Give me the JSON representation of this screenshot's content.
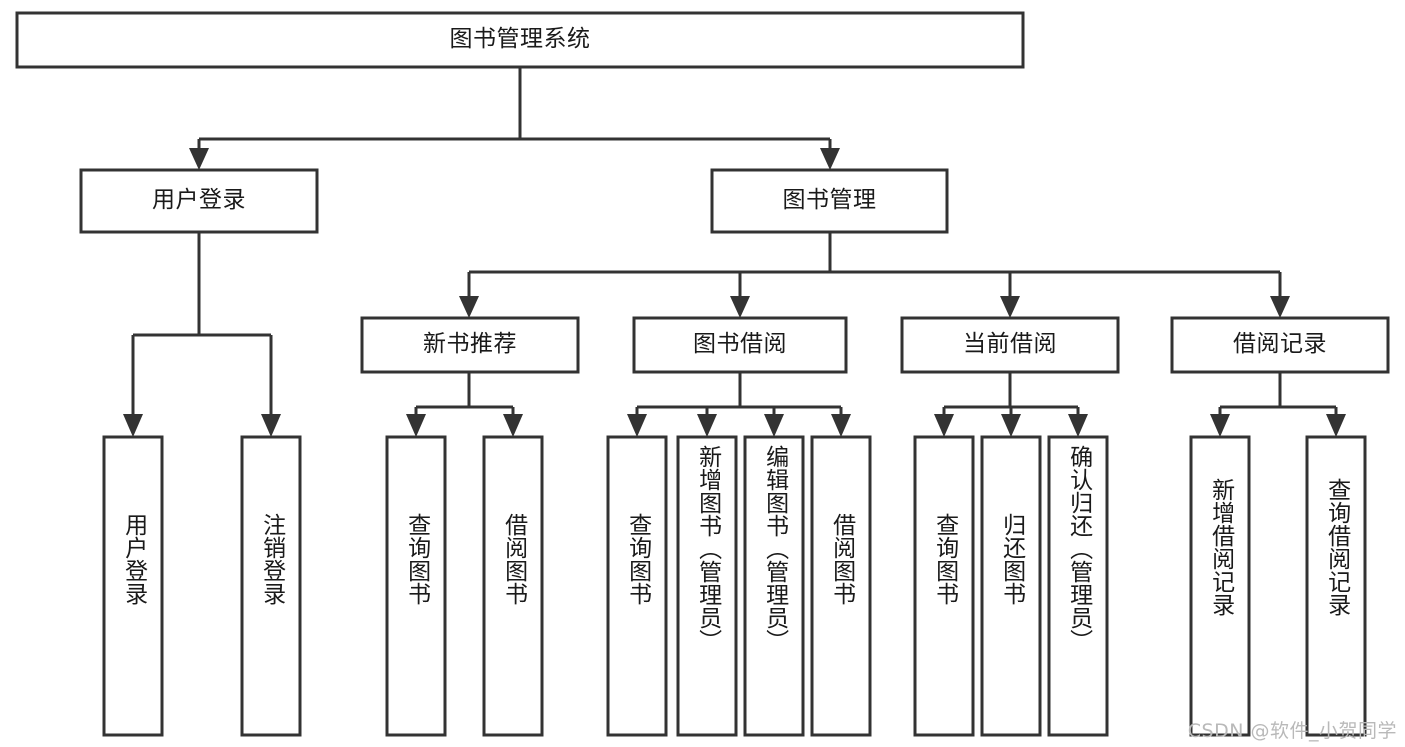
{
  "diagram": {
    "type": "tree-hierarchy",
    "title": "图书管理系统",
    "root": {
      "id": "root",
      "label": "图书管理系统",
      "orientation": "horizontal"
    },
    "level1": [
      {
        "id": "user-login",
        "label": "用户登录",
        "orientation": "horizontal"
      },
      {
        "id": "book-management",
        "label": "图书管理",
        "orientation": "horizontal"
      }
    ],
    "level2": [
      {
        "id": "new-book-recommend",
        "label": "新书推荐",
        "parent": "book-management",
        "orientation": "horizontal"
      },
      {
        "id": "book-borrow",
        "label": "图书借阅",
        "parent": "book-management",
        "orientation": "horizontal"
      },
      {
        "id": "current-borrow",
        "label": "当前借阅",
        "parent": "book-management",
        "orientation": "horizontal"
      },
      {
        "id": "borrow-record",
        "label": "借阅记录",
        "parent": "book-management",
        "orientation": "horizontal"
      }
    ],
    "leaves": [
      {
        "id": "leaf-user-login",
        "label": "用户登录",
        "parent": "user-login",
        "orientation": "vertical"
      },
      {
        "id": "leaf-user-logout",
        "label": "注销登录",
        "parent": "user-login",
        "orientation": "vertical"
      },
      {
        "id": "leaf-query-book-1",
        "label": "查询图书",
        "parent": "new-book-recommend",
        "orientation": "vertical"
      },
      {
        "id": "leaf-borrow-book-1",
        "label": "借阅图书",
        "parent": "new-book-recommend",
        "orientation": "vertical"
      },
      {
        "id": "leaf-query-book-2",
        "label": "查询图书",
        "parent": "book-borrow",
        "orientation": "vertical"
      },
      {
        "id": "leaf-add-book",
        "label": "新增图书（管理员）",
        "parent": "book-borrow",
        "orientation": "vertical"
      },
      {
        "id": "leaf-edit-book",
        "label": "编辑图书（管理员）",
        "parent": "book-borrow",
        "orientation": "vertical"
      },
      {
        "id": "leaf-borrow-book-2",
        "label": "借阅图书",
        "parent": "book-borrow",
        "orientation": "vertical"
      },
      {
        "id": "leaf-query-book-3",
        "label": "查询图书",
        "parent": "current-borrow",
        "orientation": "vertical"
      },
      {
        "id": "leaf-return-book",
        "label": "归还图书",
        "parent": "current-borrow",
        "orientation": "vertical"
      },
      {
        "id": "leaf-confirm-return",
        "label": "确认归还（管理员）",
        "parent": "current-borrow",
        "orientation": "vertical"
      },
      {
        "id": "leaf-add-record",
        "label": "新增借阅记录",
        "parent": "borrow-record",
        "orientation": "vertical"
      },
      {
        "id": "leaf-query-record",
        "label": "查询借阅记录",
        "parent": "borrow-record",
        "orientation": "vertical"
      }
    ],
    "colors": {
      "stroke": "#333333",
      "fill": "#ffffff",
      "text": "#1a1a1a",
      "watermark": "#b9b9b9"
    }
  },
  "watermark": {
    "text": "CSDN @软件_小贺同学"
  }
}
